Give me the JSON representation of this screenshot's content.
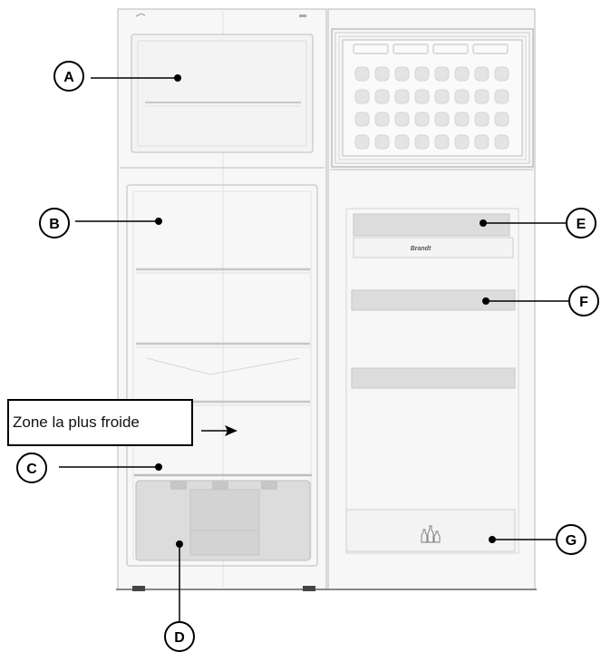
{
  "callout": {
    "text": "Zone la plus froide"
  },
  "brand": "Brandt",
  "labels": [
    {
      "id": "A",
      "text": "A"
    },
    {
      "id": "B",
      "text": "B"
    },
    {
      "id": "C",
      "text": "C"
    },
    {
      "id": "D",
      "text": "D"
    },
    {
      "id": "E",
      "text": "E"
    },
    {
      "id": "F",
      "text": "F"
    },
    {
      "id": "G",
      "text": "G"
    }
  ],
  "colors": {
    "line": "#000000",
    "appliance_outline": "#c8c8c8",
    "appliance_fill": "#f7f7f7",
    "drawer": "#d9d9d9"
  }
}
